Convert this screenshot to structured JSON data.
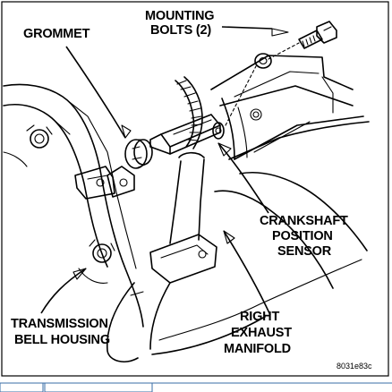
{
  "labels": {
    "mounting_bolts_line1": "MOUNTING",
    "mounting_bolts_line2": "BOLTS (2)",
    "grommet": "GROMMET",
    "crankshaft_line1": "CRANKSHAFT",
    "crankshaft_line2": "POSITION",
    "crankshaft_line3": "SENSOR",
    "transmission_line1": "TRANSMISSION",
    "transmission_line2": "BELL HOUSING",
    "exhaust_line1": "RIGHT",
    "exhaust_line2": "EXHAUST",
    "exhaust_line3": "MANIFOLD",
    "figure_code": "8031e83c"
  },
  "colors": {
    "ink": "#000000",
    "paper": "#ffffff",
    "tab_blue": "#3a6ea5"
  }
}
